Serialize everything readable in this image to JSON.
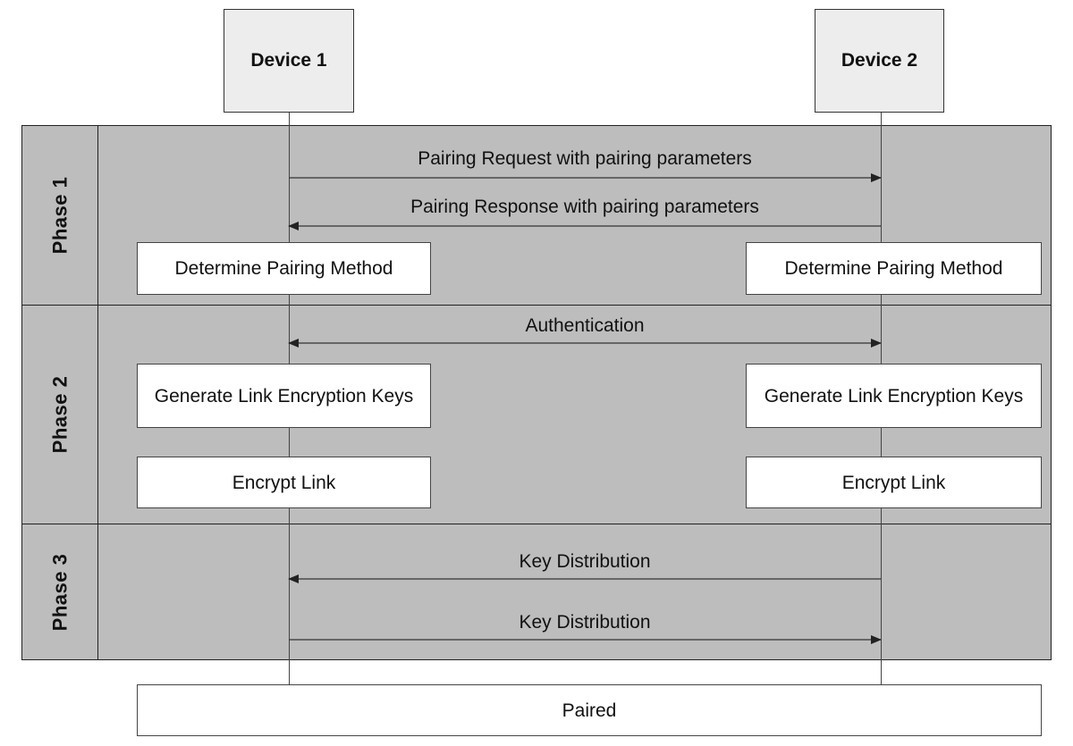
{
  "devices": {
    "left": "Device 1",
    "right": "Device 2"
  },
  "phases": {
    "p1": {
      "label": "Phase 1",
      "messages": {
        "request": "Pairing Request with pairing parameters",
        "response": "Pairing Response with pairing parameters"
      },
      "left_box": "Determine Pairing Method",
      "right_box": "Determine Pairing Method"
    },
    "p2": {
      "label": "Phase 2",
      "messages": {
        "auth": "Authentication"
      },
      "left_keys": "Generate Link Encryption Keys",
      "right_keys": "Generate Link Encryption Keys",
      "left_encrypt": "Encrypt Link",
      "right_encrypt": "Encrypt Link"
    },
    "p3": {
      "label": "Phase 3",
      "messages": {
        "kd1": "Key Distribution",
        "kd2": "Key Distribution"
      }
    }
  },
  "final": "Paired"
}
